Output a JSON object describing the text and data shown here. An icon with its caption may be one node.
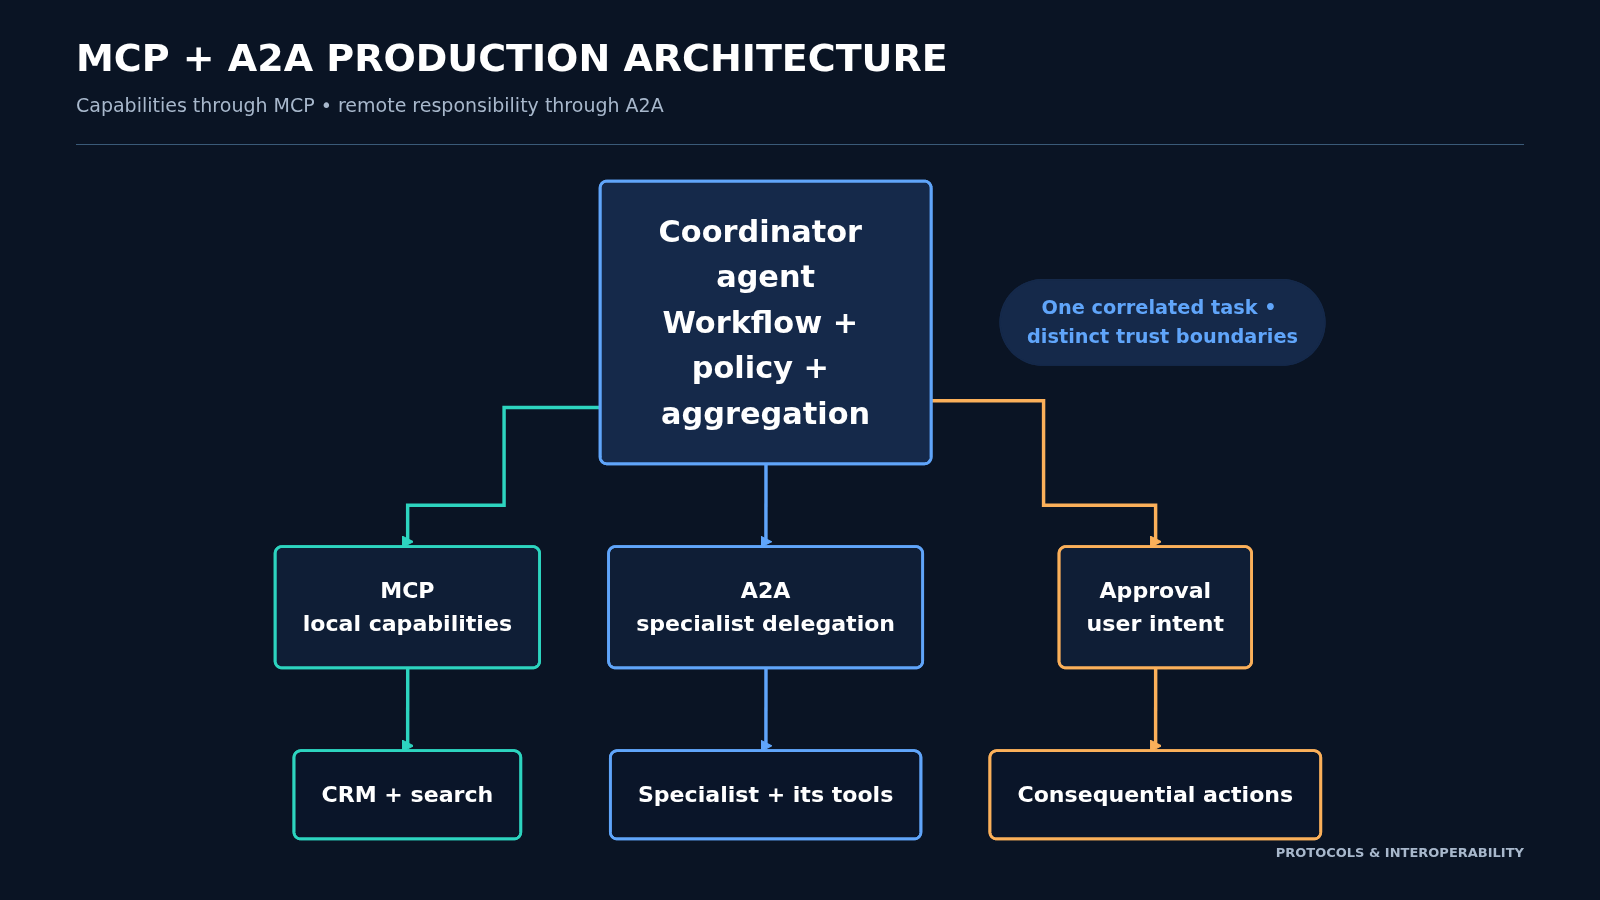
{
  "diagram": {
    "title": "MCP + A2A PRODUCTION ARCHITECTURE",
    "nodes": [
      {
        "text": [
          "Coordinator agent",
          "Workflow + policy + aggregation"
        ]
      },
      {
        "text": [
          "MCP",
          "local capabilities"
        ]
      },
      {
        "text": [
          "A2A",
          "specialist delegation"
        ]
      },
      {
        "text": [
          "Approval",
          "user intent"
        ]
      },
      {
        "text": [
          "CRM + search"
        ]
      },
      {
        "text": [
          "Specialist + its tools"
        ]
      },
      {
        "text": [
          "Consequential actions"
        ]
      },
      {
        "text": [
          "One correlated task • distinct trust boundaries"
        ]
      }
    ],
    "edges": [
      {
        "from": 0,
        "to": 1,
        "arrow": "to",
        "color": "#2dd4bf"
      },
      {
        "from": 0,
        "to": 2,
        "arrow": "to",
        "color": "#60a5fa"
      },
      {
        "from": 0,
        "to": 3,
        "arrow": "to",
        "color": "#fbb05a"
      },
      {
        "from": 1,
        "to": 4,
        "arrow": "to",
        "color": "#2dd4bf"
      },
      {
        "from": 2,
        "to": 5,
        "arrow": "to",
        "color": "#60a5fa"
      },
      {
        "from": 3,
        "to": 6,
        "arrow": "to",
        "color": "#fbb05a"
      }
    ],
    "labels": [
      "Capabilities through MCP • remote responsibility through A2A",
      "PROTOCOLS & INTEROPERABILITY"
    ]
  }
}
